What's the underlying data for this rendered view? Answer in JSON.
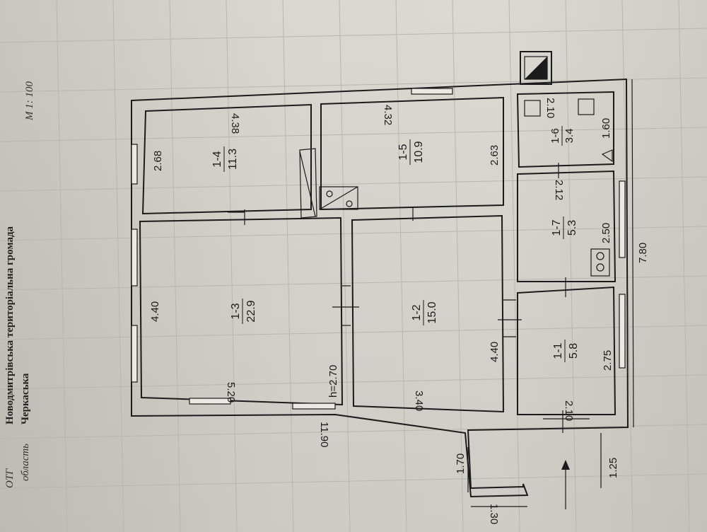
{
  "header": {
    "otg": "ОТГ",
    "oblast_label": "область",
    "hromada": "Новодмитрівська територіальна громада",
    "oblast": "Черкаська",
    "scale": "М 1: 100"
  },
  "rooms": [
    {
      "id": "1-1",
      "area": "5.8"
    },
    {
      "id": "1-2",
      "area": "15.0"
    },
    {
      "id": "1-3",
      "area": "22.9"
    },
    {
      "id": "1-4",
      "area": "11.3"
    },
    {
      "id": "1-5",
      "area": "10.9"
    },
    {
      "id": "1-6",
      "area": "3.4"
    },
    {
      "id": "1-7",
      "area": "5.3"
    }
  ],
  "dimensions": {
    "d_5_20": "5.20",
    "d_4_40_a": "4.40",
    "d_2_68": "2.68",
    "d_4_38": "4.38",
    "d_h": "h=2.70",
    "d_3_40": "3.40",
    "d_4_40_b": "4.40",
    "d_4_32": "4.32",
    "d_2_63": "2.63",
    "d_2_10_a": "2.10",
    "d_1_60": "1.60",
    "d_2_12": "2.12",
    "d_2_50": "2.50",
    "d_2_10_b": "2.10",
    "d_2_75": "2.75",
    "d_7_80": "7.80",
    "d_11_90": "11.90",
    "d_1_70": "1.70",
    "d_1_25": "1.25",
    "d_1_30": "1.30"
  }
}
